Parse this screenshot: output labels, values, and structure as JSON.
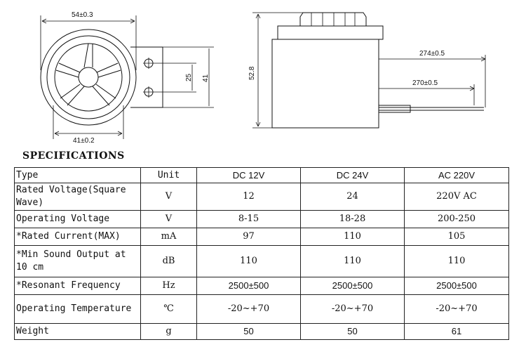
{
  "drawing": {
    "front_width": "54±0.3",
    "bottom_width": "41±0.2",
    "hole_spacing": "25",
    "tab_height": "41",
    "body_height": "52.8",
    "wire_length_outer": "274±0.5",
    "wire_length_inner": "270±0.5"
  },
  "specs": {
    "title": "SPECIFICATIONS",
    "headers": [
      "Type",
      "Unit",
      "DC 12V",
      "DC 24V",
      "AC 220V"
    ],
    "rows": [
      {
        "label": "Rated Voltage(Square Wave)",
        "unit": "V",
        "values": [
          "12",
          "24",
          "220V AC"
        ]
      },
      {
        "label": "Operating Voltage",
        "unit": "V",
        "values": [
          "8-15",
          "18-28",
          "200-250"
        ]
      },
      {
        "label": "*Rated Current(MAX)",
        "unit": "mA",
        "values": [
          "97",
          "110",
          "105"
        ]
      },
      {
        "label": "*Min Sound Output at 10 cm",
        "unit": "dB",
        "values": [
          "110",
          "110",
          "110"
        ]
      },
      {
        "label": "*Resonant Frequency",
        "unit": "Hz",
        "values": [
          "2500±500",
          "2500±500",
          "2500±500"
        ]
      },
      {
        "label": "Operating Temperature",
        "unit": "℃",
        "values": [
          "-20~+70",
          "-20~+70",
          "-20~+70"
        ]
      },
      {
        "label": "Weight",
        "unit": "g",
        "values": [
          "50",
          "50",
          "61"
        ]
      }
    ]
  }
}
